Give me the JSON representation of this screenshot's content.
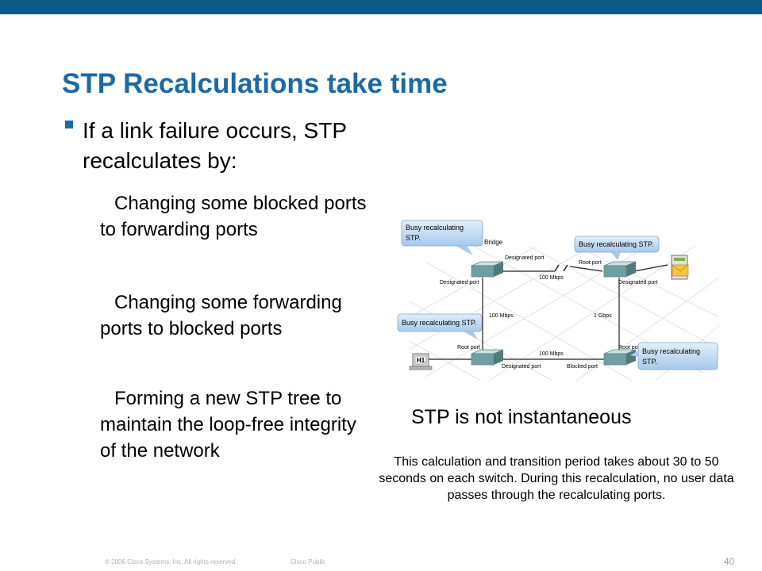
{
  "slide": {
    "title": "STP Recalculations take time",
    "bullet": "If a link failure occurs, STP recalculates by:",
    "sub_items": [
      "Changing some blocked ports to forwarding ports",
      "Changing some forwarding ports to blocked ports",
      "Forming a new STP tree to maintain the loop-free integrity of the network"
    ],
    "headline": "STP is not instantaneous",
    "description": "This calculation and transition period takes about 30 to 50 seconds on each switch. During this recalculation, no user data passes through the recalculating ports.",
    "footer": {
      "copyright": "© 2006 Cisco Systems, Inc. All rights reserved.",
      "classification": "Cisco Public",
      "page_number": "40"
    }
  },
  "diagram": {
    "callouts": {
      "top_left": [
        "Busy recalculating",
        "STP."
      ],
      "top_right": [
        "Busy recalculating STP."
      ],
      "mid_left": [
        "Busy recalculating STP."
      ],
      "bottom_right": [
        "Busy recalculating",
        "STP."
      ]
    },
    "labels": {
      "bridge": "Bridge",
      "designated_port_top": "Designated port",
      "root_port_top": "Root port",
      "designated_port_left": "Designated port",
      "designated_port_right": "Designated port",
      "link_top": "100 Mbps",
      "link_left": "100 Mbps",
      "link_right": "1 Gbps",
      "link_bottom": "100 Mbps",
      "root_port_left": "Root port",
      "root_port_right": "Root po",
      "designated_port_bottom": "Designated port",
      "blocked_port": "Blocked port",
      "host": "H1"
    }
  },
  "colors": {
    "topbar": "#0c5a8a",
    "title": "#1a6aa3",
    "callout_fill": "#bcd8f2",
    "switch": "#6f9fa0"
  }
}
